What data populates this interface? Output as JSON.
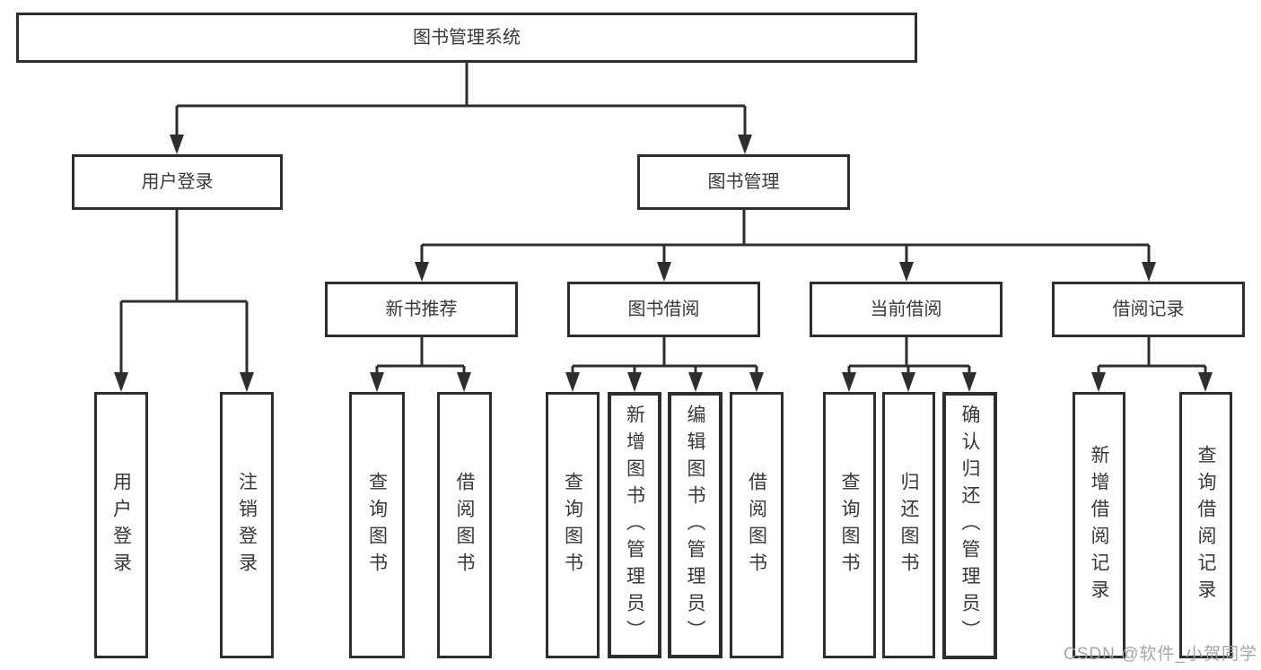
{
  "root": {
    "label": "图书管理系统"
  },
  "user_login": {
    "label": "用户登录",
    "children": [
      "用户登录",
      "注销登录"
    ]
  },
  "book_management": {
    "label": "图书管理",
    "new_book": {
      "label": "新书推荐",
      "children": [
        "查询图书",
        "借阅图书"
      ]
    },
    "borrow": {
      "label": "图书借阅",
      "children": [
        "查询图书",
        "新增图书（管理员）",
        "编辑图书（管理员）",
        "借阅图书"
      ]
    },
    "current": {
      "label": "当前借阅",
      "children": [
        "查询图书",
        "归还图书",
        "确认归还（管理员）"
      ]
    },
    "records": {
      "label": "借阅记录",
      "children": [
        "新增借阅记录",
        "查询借阅记录"
      ]
    }
  },
  "watermark": "CSDN @软件_小贺同学",
  "colors": {
    "line": "#2e2e2e",
    "box_border": "#2e2e2e",
    "text": "#383838",
    "watermark": "#9e9e9e",
    "background": "#ffffff"
  }
}
